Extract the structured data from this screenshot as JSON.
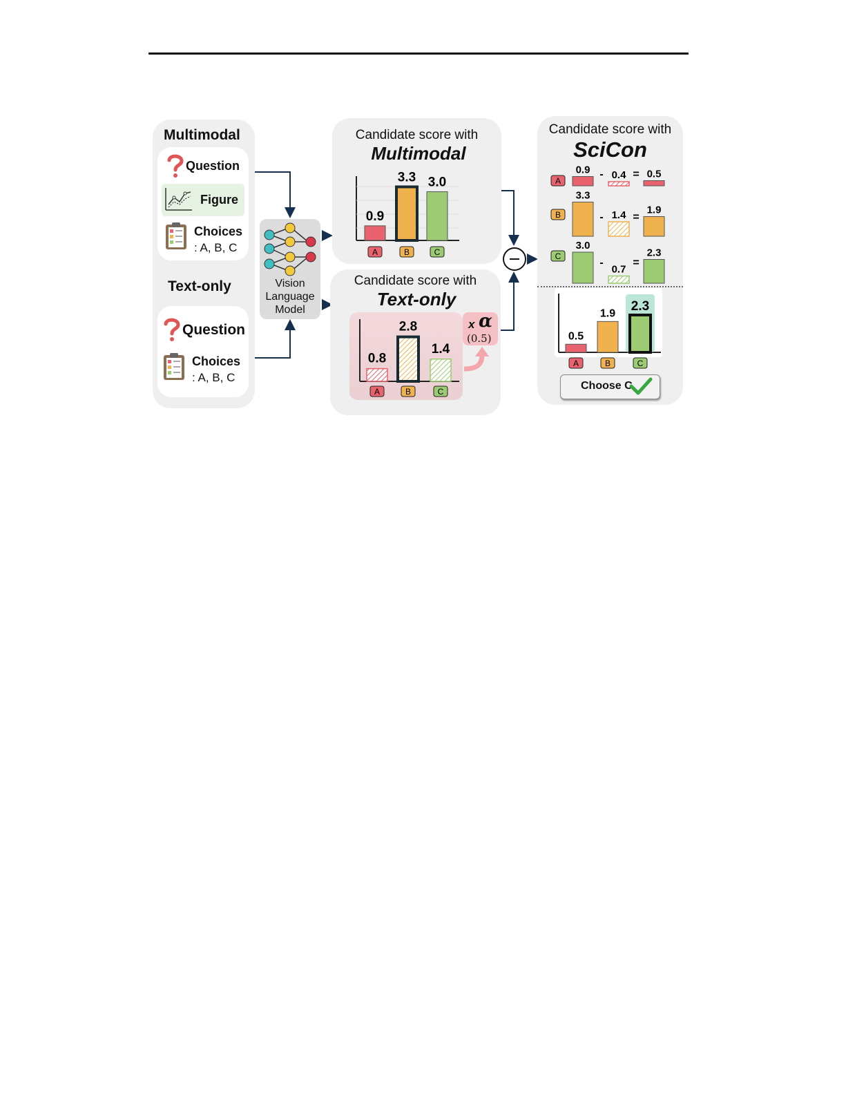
{
  "left": {
    "multimodal_title": "Multimodal",
    "question_label": "Question",
    "figure_label": "Figure",
    "choices_label": "Choices",
    "choices_values": ": A, B, C",
    "textonly_title": "Text-only",
    "question_label_2": "Question",
    "choices_label_2": "Choices",
    "choices_values_2": ": A, B, C"
  },
  "vlm": {
    "line1": "Vision",
    "line2": "Language",
    "line3": "Model"
  },
  "multimodal_panel": {
    "heading": "Candidate score with",
    "title": "Multimodal",
    "options": [
      "A",
      "B",
      "C"
    ],
    "values": [
      0.9,
      3.3,
      3.0
    ],
    "value_labels": [
      "0.9",
      "3.3",
      "3.0"
    ]
  },
  "textonly_panel": {
    "heading": "Candidate score with",
    "title": "Text-only",
    "options": [
      "A",
      "B",
      "C"
    ],
    "values": [
      0.8,
      2.8,
      1.4
    ],
    "value_labels": [
      "0.8",
      "2.8",
      "1.4"
    ],
    "alpha_x": "x",
    "alpha_symbol": "α",
    "alpha_value": "(0.5)"
  },
  "operator": "−",
  "scicon_panel": {
    "heading": "Candidate score with",
    "title": "SciCon",
    "rows": [
      {
        "option": "A",
        "mm": "0.9",
        "to": "0.4",
        "res": "0.5",
        "minus": "-",
        "eq": "="
      },
      {
        "option": "B",
        "mm": "3.3",
        "to": "1.4",
        "res": "1.9",
        "minus": "-",
        "eq": "="
      },
      {
        "option": "C",
        "mm": "3.0",
        "to": "0.7",
        "res": "2.3",
        "minus": "-",
        "eq": "="
      }
    ],
    "final_options": [
      "A",
      "B",
      "C"
    ],
    "final_values": [
      0.5,
      1.9,
      2.3
    ],
    "final_labels": [
      "0.5",
      "1.9",
      "2.3"
    ],
    "choose_label": "Choose C"
  },
  "colors": {
    "A": "#e8636e",
    "B": "#f0b24f",
    "C": "#9ccb74",
    "arrow": "#15304f"
  }
}
